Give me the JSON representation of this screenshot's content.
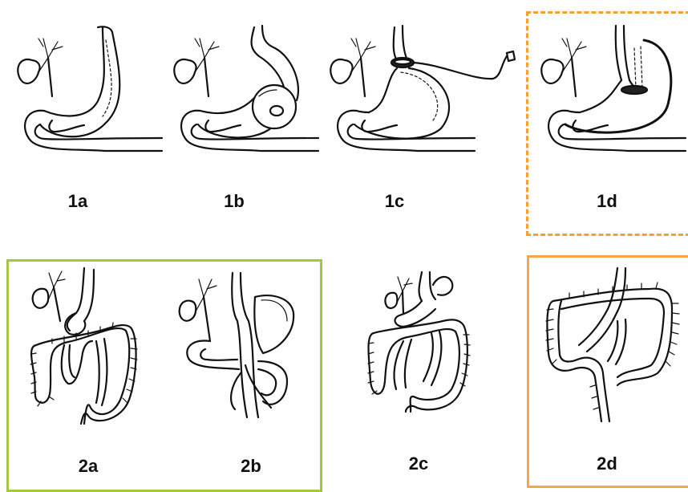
{
  "panels": {
    "p1a": {
      "label": "1a"
    },
    "p1b": {
      "label": "1b"
    },
    "p1c": {
      "label": "1c"
    },
    "p1d": {
      "label": "1d"
    },
    "p2a": {
      "label": "2a"
    },
    "p2b": {
      "label": "2b"
    },
    "p2c": {
      "label": "2c"
    },
    "p2d": {
      "label": "2d"
    }
  },
  "colors": {
    "dashed_frame": "#f5a033",
    "green_frame": "#a4c83c",
    "orange_frame": "#f4a64a"
  }
}
